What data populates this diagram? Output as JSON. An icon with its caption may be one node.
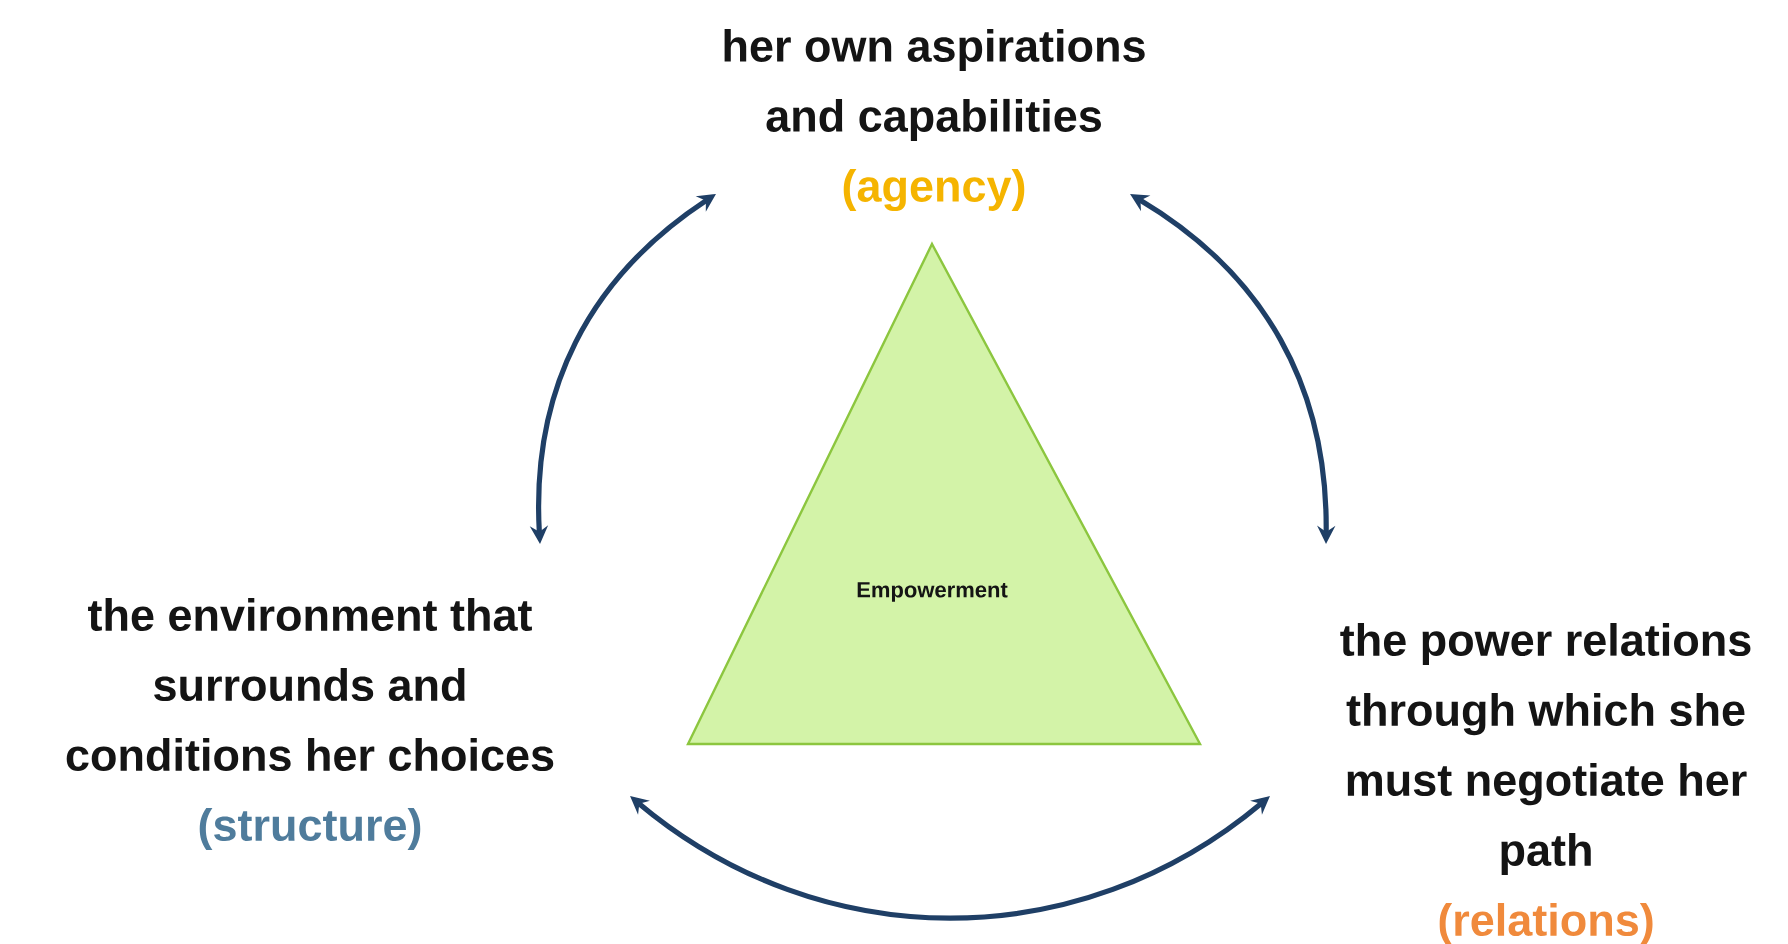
{
  "diagram": {
    "nodes": [
      {
        "text": [
          "her own aspirations and capabilities",
          "(agency)"
        ]
      },
      {
        "text": [
          "Empowerment"
        ]
      },
      {
        "text": [
          "the environment that surrounds and conditions her choices",
          "(structure)"
        ]
      },
      {
        "text": [
          "the power relations through which she must negotiate her path",
          "(relations)"
        ]
      }
    ],
    "edges": [
      {
        "from": 2,
        "to": 0,
        "arrow": "both"
      },
      {
        "from": 0,
        "to": 3,
        "arrow": "both"
      },
      {
        "from": 2,
        "to": 3,
        "arrow": "both"
      }
    ]
  }
}
